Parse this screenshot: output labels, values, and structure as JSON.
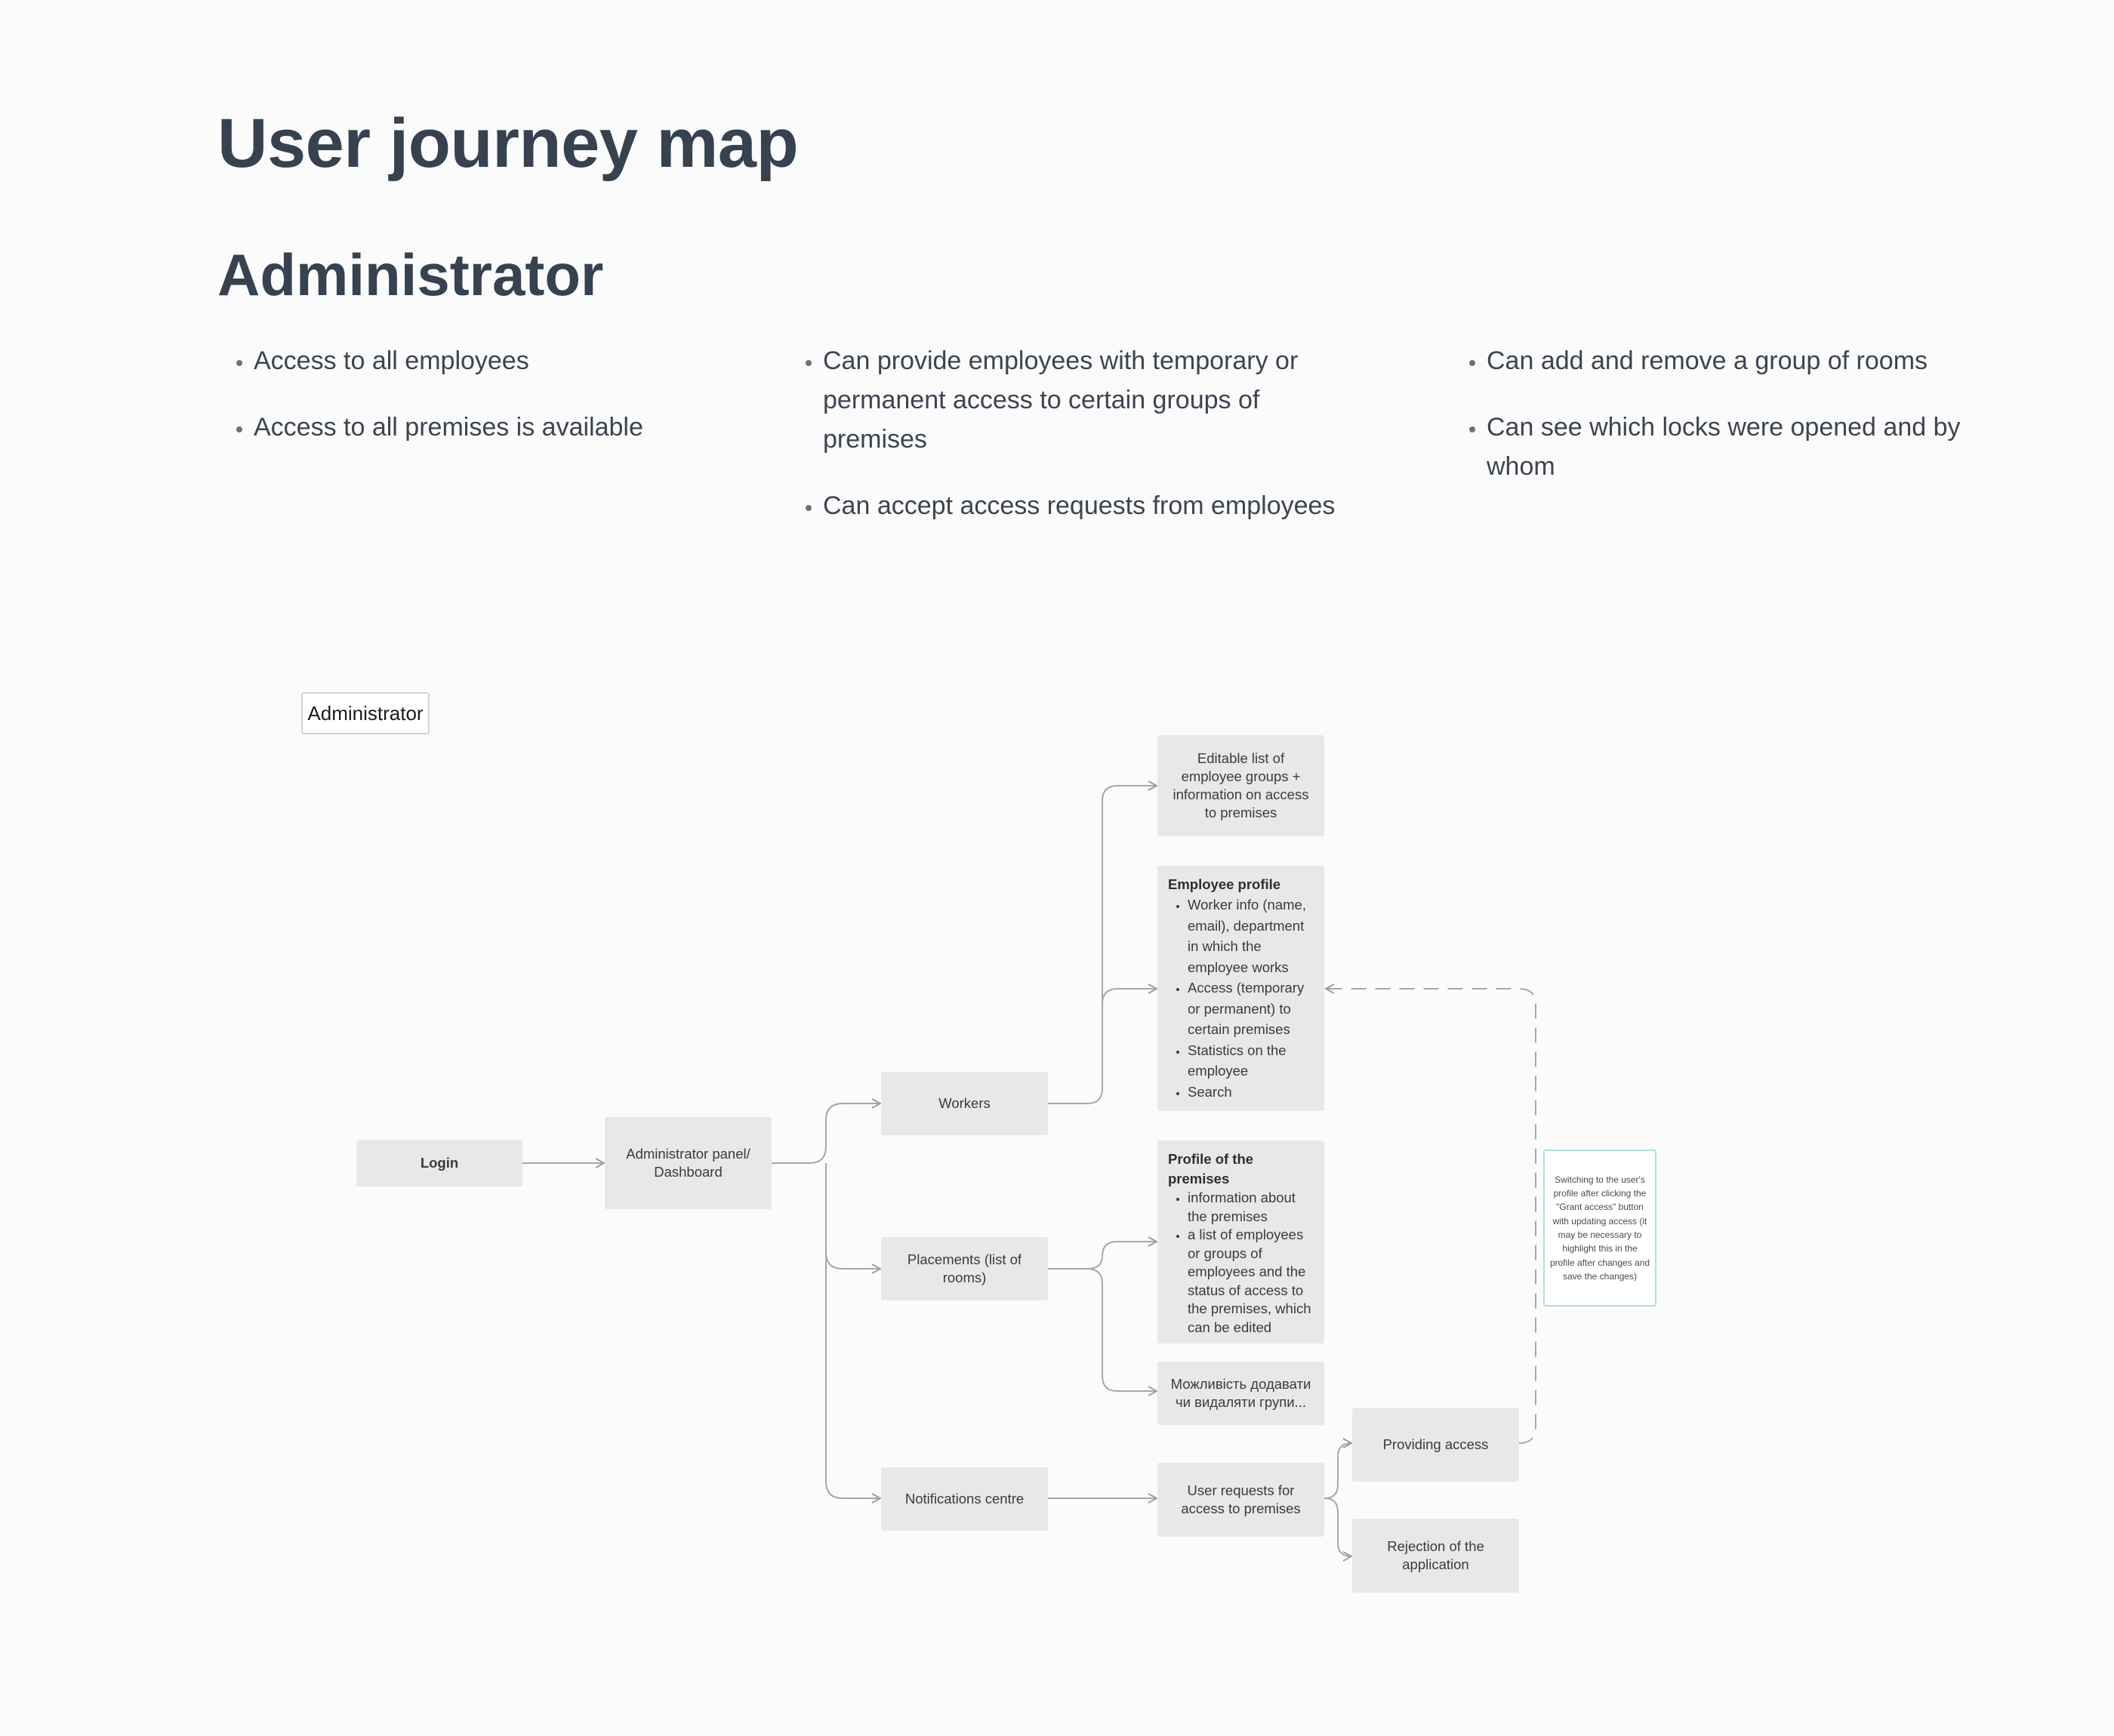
{
  "header": {
    "title": "User journey map",
    "subtitle": "Administrator"
  },
  "capabilities": {
    "col1": [
      "Access to all employees",
      "Access to all premises is available"
    ],
    "col2": [
      "Can provide employees with temporary or permanent access to certain groups of premises",
      "Can accept access requests from employees"
    ],
    "col3": [
      "Can add and remove a group of rooms",
      "Can see which locks were opened and by whom"
    ]
  },
  "diagram": {
    "role_tag": "Administrator",
    "login": "Login",
    "dashboard": "Administrator panel/ Dashboard",
    "workers": "Workers",
    "placements": "Placements (list of rooms)",
    "notifications": "Notifications centre",
    "employee_groups": "Editable list of employee groups + information on access to premises",
    "employee_profile": {
      "title": "Employee profile",
      "items": [
        "Worker info (name, email), department in which the employee works",
        "Access (temporary or permanent) to certain premises",
        "Statistics on the employee",
        "Search"
      ]
    },
    "premises_profile": {
      "title": "Profile of the premises",
      "items": [
        "information about the premises",
        "a list of employees or groups of employees and the status of access to the premises, which can be edited"
      ]
    },
    "groups_option": "Можливість додавати чи видаляти групи...",
    "user_requests": "User requests for access to premises",
    "providing_access": "Providing access",
    "rejection": "Rejection of the application",
    "note": "Switching to the user's profile after clicking the \"Grant access\" button with updating access (it may be necessary to highlight this in the profile after changes and save the changes)"
  }
}
